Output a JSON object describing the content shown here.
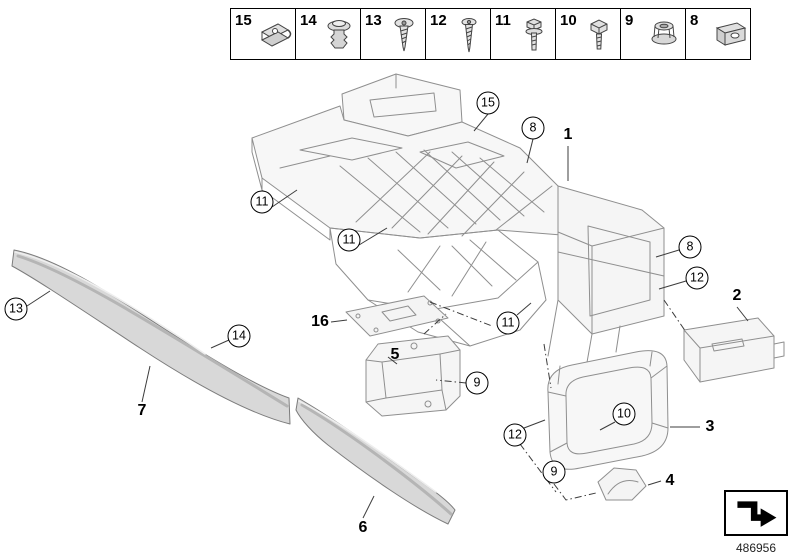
{
  "page": {
    "line_color": "#8f8f8f",
    "leader_color": "#3c3c3c",
    "trim_fill": "#d8d8d8"
  },
  "legend": {
    "items": [
      {
        "label": "15",
        "icon": "sheet-metal-clip-icon"
      },
      {
        "label": "14",
        "icon": "expansion-rivet-icon"
      },
      {
        "label": "13",
        "icon": "pan-head-screw-icon"
      },
      {
        "label": "12",
        "icon": "tapping-screw-icon"
      },
      {
        "label": "11",
        "icon": "hex-bolt-icon"
      },
      {
        "label": "10",
        "icon": "hex-screw-icon"
      },
      {
        "label": "9",
        "icon": "flange-nut-icon"
      },
      {
        "label": "8",
        "icon": "clip-nut-icon"
      }
    ]
  },
  "callouts": [
    {
      "label": "15",
      "style": "circle"
    },
    {
      "label": "8",
      "style": "circle"
    },
    {
      "label": "1",
      "style": "plain"
    },
    {
      "label": "11",
      "style": "circle"
    },
    {
      "label": "11",
      "style": "circle"
    },
    {
      "label": "8",
      "style": "circle"
    },
    {
      "label": "12",
      "style": "circle"
    },
    {
      "label": "2",
      "style": "plain"
    },
    {
      "label": "13",
      "style": "circle"
    },
    {
      "label": "16",
      "style": "plain"
    },
    {
      "label": "11",
      "style": "circle"
    },
    {
      "label": "14",
      "style": "circle"
    },
    {
      "label": "5",
      "style": "plain"
    },
    {
      "label": "9",
      "style": "circle"
    },
    {
      "label": "7",
      "style": "plain"
    },
    {
      "label": "10",
      "style": "circle"
    },
    {
      "label": "12",
      "style": "circle"
    },
    {
      "label": "3",
      "style": "plain"
    },
    {
      "label": "9",
      "style": "circle"
    },
    {
      "label": "4",
      "style": "plain"
    },
    {
      "label": "6",
      "style": "plain"
    }
  ],
  "footer": {
    "doc_number": "486956",
    "nav_icon": "next-diagram-arrow-icon"
  }
}
